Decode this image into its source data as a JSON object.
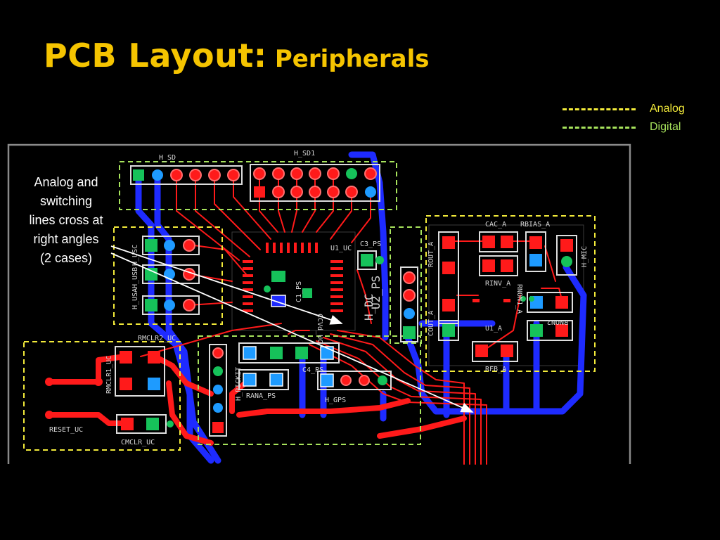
{
  "title": {
    "main": "PCB Layout:",
    "sub": "Peripherals"
  },
  "legend": [
    {
      "label": "Analog",
      "color": "#f2ea3a"
    },
    {
      "label": "Digital",
      "color": "#a7e35c"
    }
  ],
  "annotation": {
    "lines": [
      "Analog and",
      "switching",
      "lines cross at",
      "right angles",
      "(2 cases)"
    ]
  },
  "colors": {
    "title": "#f5c400",
    "trace_top": "#ff1a1a",
    "trace_bottom": "#1e2bff",
    "pad_square": "#16c25a",
    "silkscreen": "#d6d6d6"
  },
  "board_labels": {
    "h_sd": "H_SD",
    "h_sd1": "H_SD1",
    "h_usc": "H_USC",
    "h_usb": "H_USB",
    "h_usa": "H_USA",
    "u1_uc": "U1_UC",
    "c3_ps": "C3_PS",
    "u2_ps": "U2_PS",
    "c1_ps": "C1_PS",
    "c_uc": "CCVd_UC",
    "h_dc": "H_DC",
    "rmclr2_uc": "RMCLR2_UC",
    "rmclr1_uc": "RMCLR1_UC",
    "reset_uc": "RESET_UC",
    "cmclr_uc": "CMCLR_UC",
    "h_pickit": "H_PICKIT",
    "rana_ps": "RANA_PS",
    "c4_ps": "C4_PS",
    "h_gps": "H_GPS",
    "cac_a": "CAC_A",
    "rbias_a": "RBIAS_A",
    "rout_a": "ROUT_A",
    "rinv_a": "RINV_A",
    "cout_a": "COUT_A",
    "rnon1_a": "RNON1_A",
    "rnon2": "RNON2",
    "u1_a": "U1_A",
    "rfb_a": "RFB_A",
    "h_mic": "H_MIC"
  }
}
